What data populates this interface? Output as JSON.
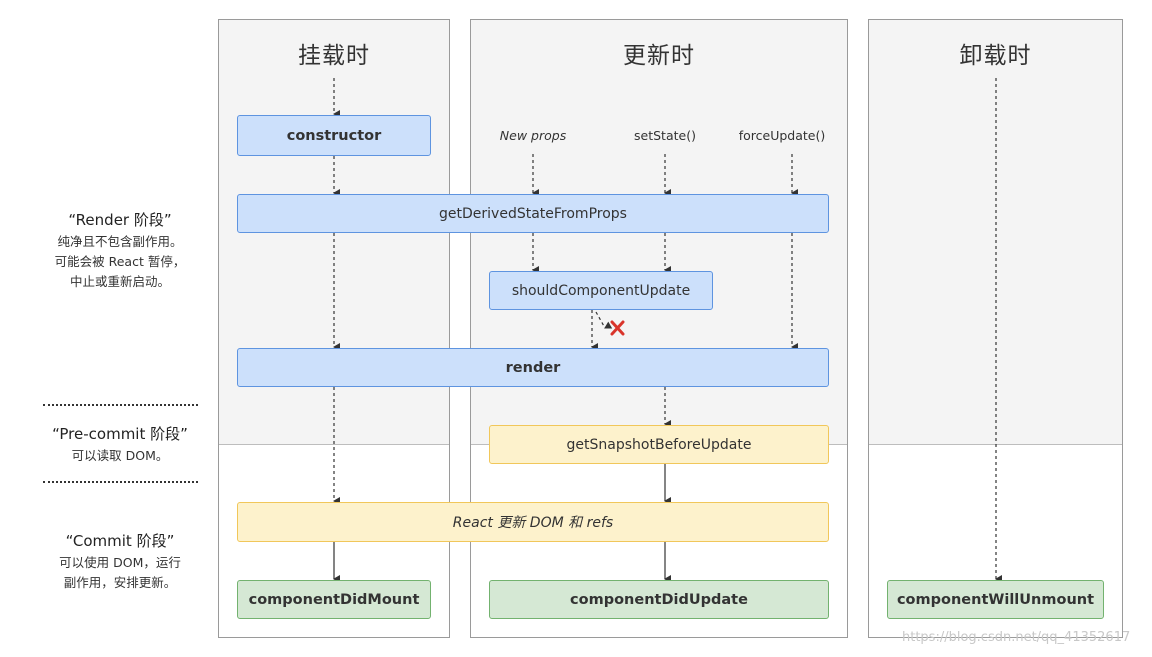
{
  "columns": {
    "mounting": {
      "title": "挂载时"
    },
    "updating": {
      "title": "更新时"
    },
    "unmounting": {
      "title": "卸载时"
    }
  },
  "phases": {
    "render": {
      "title": "“Render 阶段”",
      "desc": [
        "纯净且不包含副作用。",
        "可能会被 React 暂停，",
        "中止或重新启动。"
      ]
    },
    "precommit": {
      "title": "“Pre-commit 阶段”",
      "desc": [
        "可以读取 DOM。"
      ]
    },
    "commit": {
      "title": "“Commit 阶段”",
      "desc": [
        "可以使用 DOM，运行",
        "副作用，安排更新。"
      ]
    }
  },
  "triggers": {
    "new_props": "New props",
    "set_state": "setState()",
    "force_update": "forceUpdate()"
  },
  "methods": {
    "constructor": "constructor",
    "get_derived_state": "getDerivedStateFromProps",
    "should_component_update": "shouldComponentUpdate",
    "render": "render",
    "get_snapshot": "getSnapshotBeforeUpdate",
    "react_updates": "React 更新 DOM 和 refs",
    "did_mount": "componentDidMount",
    "did_update": "componentDidUpdate",
    "will_unmount": "componentWillUnmount"
  },
  "watermark": "https://blog.csdn.net/qq_41352617",
  "colors": {
    "render_phase_box": "#cce0fb",
    "precommit_box": "#fdf2cc",
    "commit_box": "#d5e8d4",
    "cancel_x": "#d9342b"
  }
}
